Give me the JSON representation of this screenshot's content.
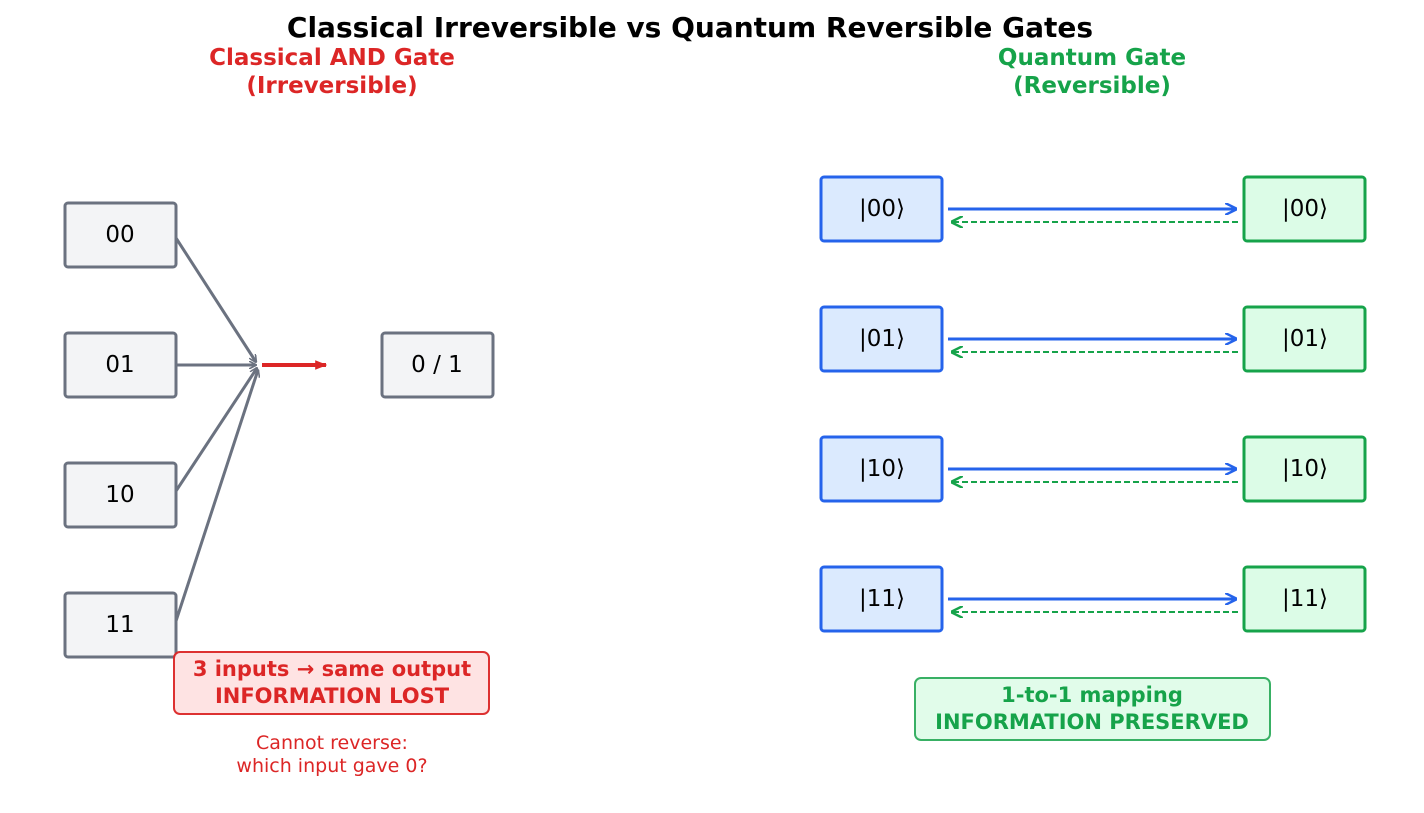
{
  "title": "Classical Irreversible vs Quantum Reversible Gates",
  "classical": {
    "heading_line1": "Classical AND Gate",
    "heading_line2": "(Irreversible)",
    "inputs": [
      "00",
      "01",
      "10",
      "11"
    ],
    "output": "0 / 1",
    "warning_line1": "3 inputs → same output",
    "warning_line2": "INFORMATION LOST",
    "note_line1": "Cannot reverse:",
    "note_line2": "which input gave 0?"
  },
  "quantum": {
    "heading_line1": "Quantum Gate",
    "heading_line2": "(Reversible)",
    "inputs": [
      "|00⟩",
      "|01⟩",
      "|10⟩",
      "|11⟩"
    ],
    "outputs": [
      "|00⟩",
      "|01⟩",
      "|10⟩",
      "|11⟩"
    ],
    "summary_line1": "1-to-1 mapping",
    "summary_line2": "INFORMATION PRESERVED"
  },
  "colors": {
    "classical_heading": "#dc2626",
    "classical_box_fill": "#f3f4f6",
    "classical_box_stroke": "#6b7280",
    "warning_fill": "#fee2e2",
    "quantum_heading": "#16a34a",
    "quantum_in_fill": "#dbeafe",
    "quantum_in_stroke": "#2563eb",
    "quantum_out_fill": "#dcfce7",
    "quantum_out_stroke": "#16a34a",
    "forward_arrow": "#2563eb",
    "reverse_arrow": "#16a34a"
  }
}
